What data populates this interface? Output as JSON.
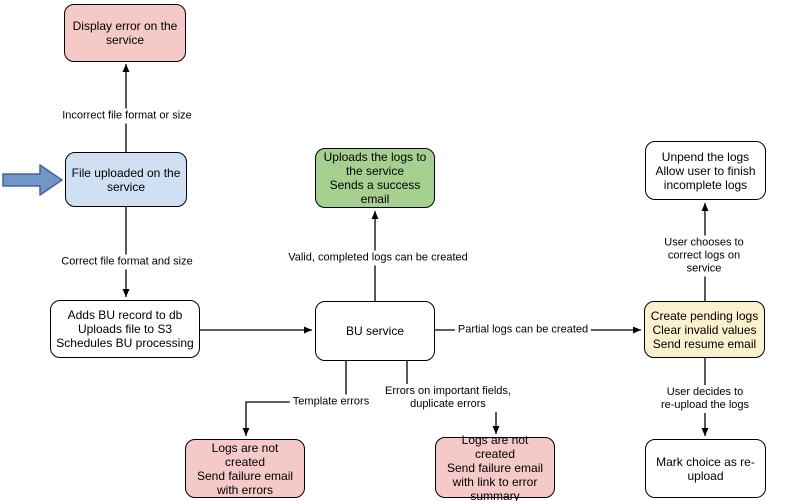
{
  "diagram": {
    "colors": {
      "pink": "#F4C9C8",
      "blue": "#CFE0F2",
      "green": "#A6D08F",
      "yellow": "#FBF1CF",
      "white": "#FFFFFF",
      "arrow_blue_fill": "#7396C8",
      "arrow_blue_stroke": "#44659C",
      "line": "#000000"
    },
    "nodes": [
      {
        "id": "display-error",
        "text": "Display error on the\nservice",
        "fill": "pink"
      },
      {
        "id": "file-uploaded",
        "text": "File uploaded on the\nservice",
        "fill": "blue"
      },
      {
        "id": "adds-bu-record",
        "text": "Adds BU record to db\nUploads file to S3\nSchedules BU processing",
        "fill": "white"
      },
      {
        "id": "bu-service",
        "text": "BU service",
        "fill": "white"
      },
      {
        "id": "uploads-logs-success",
        "text": "Uploads the logs to\nthe service\nSends a success\nemail",
        "fill": "green"
      },
      {
        "id": "create-pending-logs",
        "text": "Create pending logs\nClear invalid values\nSend resume email",
        "fill": "yellow"
      },
      {
        "id": "unpend-logs",
        "text": "Unpend the logs\nAllow user to finish\nincomplete logs",
        "fill": "white"
      },
      {
        "id": "mark-choice-reupload",
        "text": "Mark choice as re-\nupload",
        "fill": "white"
      },
      {
        "id": "logs-not-created-errors",
        "text": "Logs are not created\nSend failure email\nwith errors",
        "fill": "pink"
      },
      {
        "id": "logs-not-created-summary",
        "text": "Logs are not created\nSend failure email\nwith link to error\nsummary",
        "fill": "pink"
      }
    ],
    "edge_labels": [
      {
        "id": "incorrect-format",
        "text": "Incorrect file format or size"
      },
      {
        "id": "correct-format",
        "text": "Correct file format and size"
      },
      {
        "id": "valid-completed",
        "text": "Valid, completed logs can be created"
      },
      {
        "id": "partial-logs",
        "text": "Partial logs can be created"
      },
      {
        "id": "template-errors",
        "text": "Template errors"
      },
      {
        "id": "errors-important-fields",
        "text": "Errors on important fields,\nduplicate errors"
      },
      {
        "id": "user-chooses-correct",
        "text": "User chooses to correct logs on service"
      },
      {
        "id": "user-decides-reupload",
        "text": "User decides to re-upload the logs"
      }
    ]
  }
}
